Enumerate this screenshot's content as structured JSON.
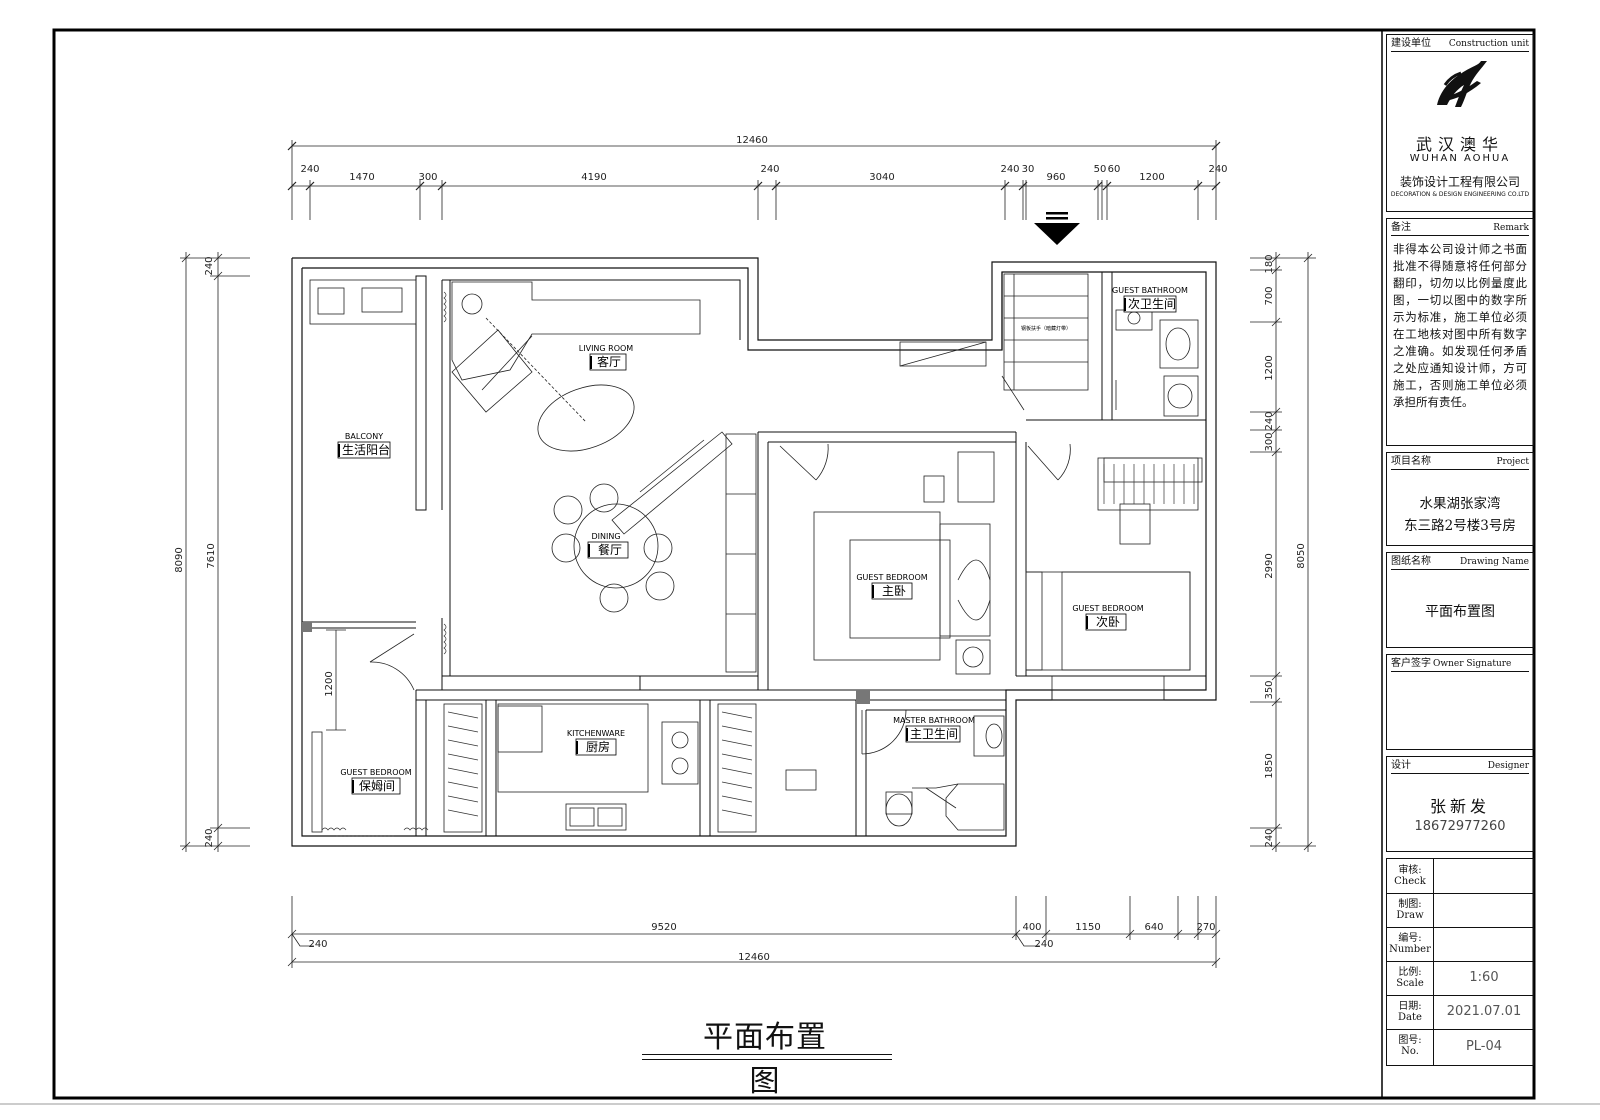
{
  "drawing": {
    "title": "平面布置图",
    "dims_top_total": "12460",
    "dims_top": [
      "240",
      "1470",
      "300",
      "4190",
      "240",
      "3040",
      "240",
      "30",
      "960",
      "50",
      "60",
      "1200",
      "240"
    ],
    "dims_bottom": [
      "240",
      "9520",
      "400",
      "240",
      "1150",
      "640",
      "270"
    ],
    "dims_bottom_total": "12460",
    "dims_left_outer": "8090",
    "dims_left": [
      "240",
      "7610",
      "240"
    ],
    "dims_left_door": "1200",
    "dims_right": [
      "180",
      "700",
      "1200",
      "240",
      "300",
      "2990",
      "350",
      "1850",
      "240"
    ],
    "dims_right_total": "8050",
    "rooms": [
      {
        "en": "LIVING ROOM",
        "cn": "客厅"
      },
      {
        "en": "BALCONY",
        "cn": "生活阳台"
      },
      {
        "en": "DINING",
        "cn": "餐厅"
      },
      {
        "en": "GUEST BEDROOM",
        "cn": "主卧"
      },
      {
        "en": "GUEST BEDROOM",
        "cn": "次卧"
      },
      {
        "en": "GUEST BATHROOM",
        "cn": "次卫生间"
      },
      {
        "en": "KITCHENWARE",
        "cn": "厨房"
      },
      {
        "en": "MASTER BATHROOM",
        "cn": "主卫生间"
      },
      {
        "en": "GUEST BEDROOM",
        "cn": "保姆间"
      }
    ],
    "stair_note": "钢板扶手（暗藏灯带）"
  },
  "title_block": {
    "construction_unit": {
      "cn": "建设单位",
      "en": "Construction unit"
    },
    "company_cn": "武汉澳华",
    "company_en": "WUHAN  AOHUA",
    "company_sub": "装饰设计工程有限公司",
    "company_sub_en": "DECORATION & DESIGN ENGINEERING  CO.LTD",
    "remark": {
      "cn": "备注",
      "en": "Remark",
      "text": "非得本公司设计师之书面批准不得随意将任何部分翻印，切勿以比例量度此图，一切以图中的数字所示为标准，施工单位必须在工地核对图中所有数字之准确。如发现任何矛盾之处应通知设计师，方可施工，否则施工单位必须承担所有责任。"
    },
    "project": {
      "cn": "项目名称",
      "en": "Project",
      "line1": "水果湖张家湾",
      "line2": "东三路2号楼3号房"
    },
    "drawing_name": {
      "cn": "图纸名称",
      "en": "Drawing Name",
      "value": "平面布置图"
    },
    "owner": {
      "cn": "客户签字",
      "en": "Owner Signature"
    },
    "designer": {
      "cn": "设计",
      "en": "Designer",
      "name": "张新发",
      "phone": "18672977260"
    },
    "rows": [
      {
        "cn": "审核:",
        "en": "Check",
        "value": ""
      },
      {
        "cn": "制图:",
        "en": "Draw",
        "value": ""
      },
      {
        "cn": "编号:",
        "en": "Number",
        "value": ""
      },
      {
        "cn": "比例:",
        "en": "Scale",
        "value": "1:60"
      },
      {
        "cn": "日期:",
        "en": "Date",
        "value": "2021.07.01"
      },
      {
        "cn": "图号:",
        "en": "No.",
        "value": "PL-04"
      }
    ]
  }
}
